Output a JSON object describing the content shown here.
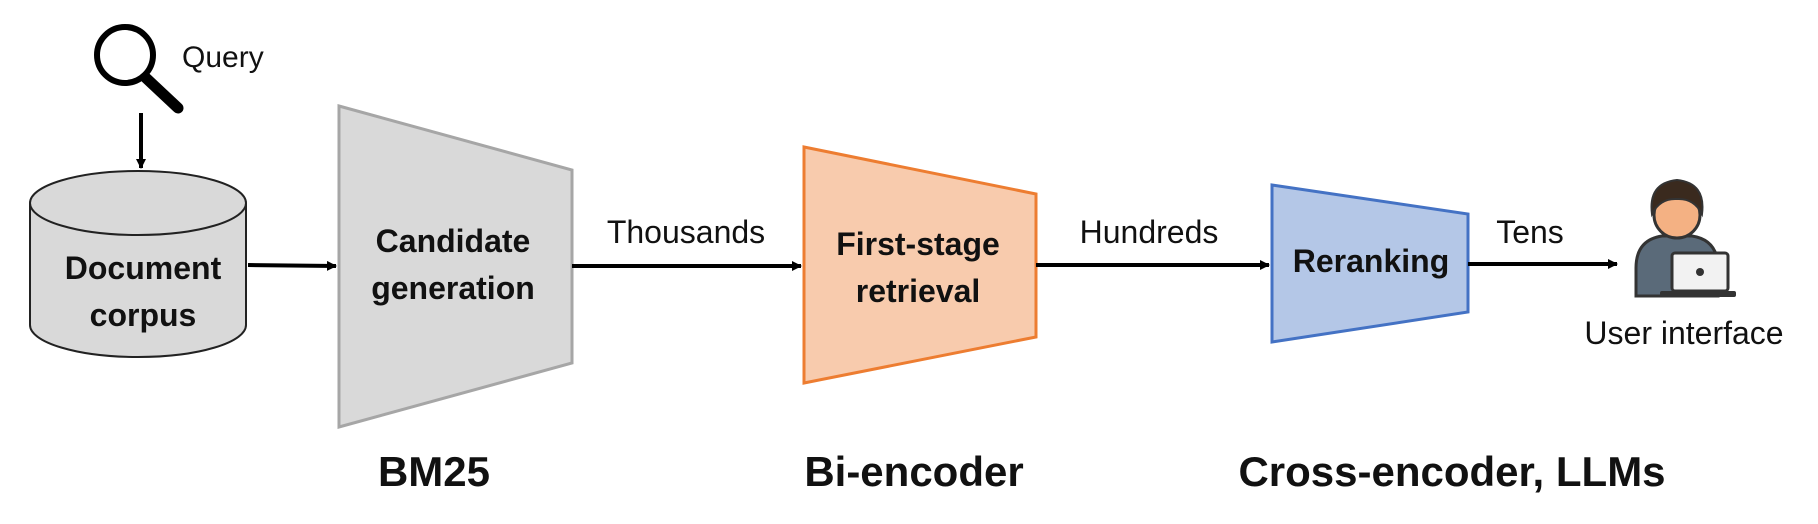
{
  "query": {
    "label": "Query",
    "icon": "magnifier-icon"
  },
  "corpus": {
    "line1": "Document",
    "line2": "corpus",
    "fill": "#d9d9d9",
    "stroke": "#222222"
  },
  "stages": [
    {
      "line1": "Candidate",
      "line2": "generation",
      "model": "BM25",
      "fill": "#d9d9d9",
      "stroke": "#a6a6a6"
    },
    {
      "line1": "First-stage",
      "line2": "retrieval",
      "model": "Bi-encoder",
      "fill": "#f8cbad",
      "stroke": "#ed7d31"
    },
    {
      "line1": "Reranking",
      "model": "Cross-encoder, LLMs",
      "fill": "#b4c7e7",
      "stroke": "#4472c4"
    }
  ],
  "flows": [
    "Thousands",
    "Hundreds",
    "Tens"
  ],
  "user": {
    "label": "User interface",
    "icon": "user-at-laptop-icon"
  }
}
